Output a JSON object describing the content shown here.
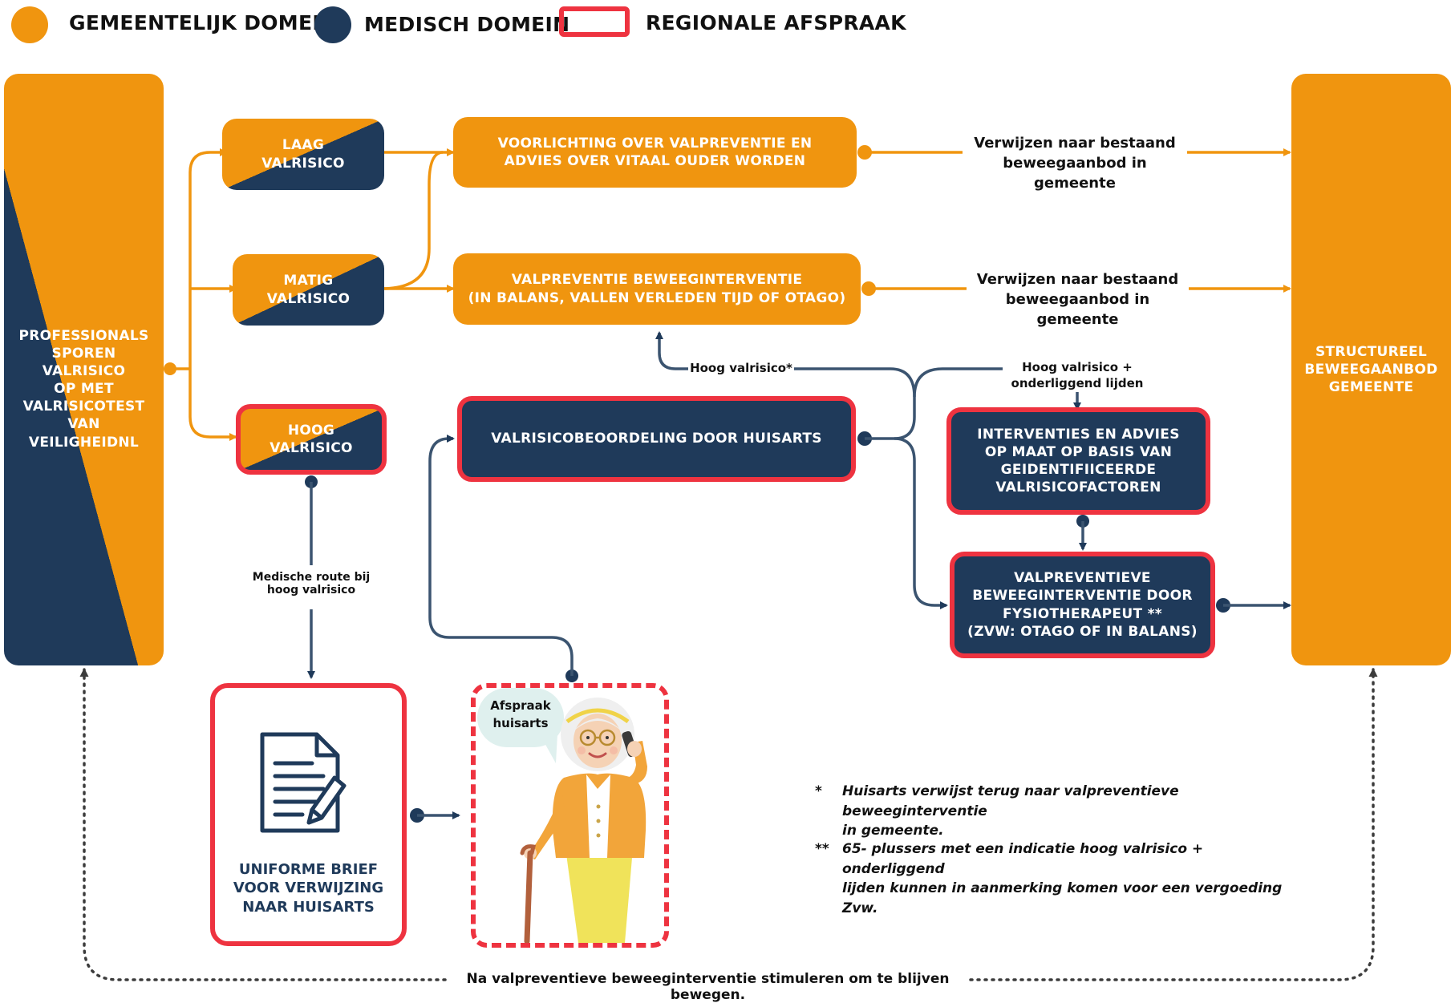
{
  "legend": {
    "municipal": "GEMEENTELIJK DOMEIN",
    "medical": "MEDISCH DOMEIN",
    "regional": "REGIONALE AFSPRAAK"
  },
  "colors": {
    "municipal": "#f0950f",
    "medical": "#1f3a5a",
    "regional": "#ee3340"
  },
  "nodes": {
    "professionals": "PROFESSIONALS\nSPOREN VALRISICO\nOP MET\nVALRISICOTEST VAN\nVEILIGHEIDNL",
    "structural": "STRUCTUREEL\nBEWEEGAANBOD\nGEMEENTE",
    "low_risk": "LAAG\nVALRISICO",
    "moderate_risk": "MATIG\nVALRISICO",
    "high_risk": "HOOG\nVALRISICO",
    "information": "VOORLICHTING OVER VALPREVENTIE EN\nADVIES OVER VITAAL OUDER WORDEN",
    "intervention": "VALPREVENTIE BEWEEGINTERVENTIE\n(IN BALANS, VALLEN VERLEDEN TIJD OF OTAGO)",
    "gp_assessment": "VALRISICOBEOORDELING DOOR HUISARTS",
    "custom_interventions": "INTERVENTIES EN ADVIES\nOP MAAT OP BASIS VAN\nGEIDENTIFIICEERDE\nVALRISICOFACTOREN",
    "physio": "VALPREVENTIEVE\nBEWEEGINTERVENTIE   DOOR\nFYSIOTHERAPEUT **\n(ZVW: OTAGO OF IN BALANS)",
    "letter": "UNIFORME BRIEF\nVOOR VERWIJZING\nNAAR HUISARTS"
  },
  "labels": {
    "refer_1": "Verwijzen naar bestaand\nbeweegaanbod in gemeente",
    "refer_2": "Verwijzen naar bestaand\nbeweegaanbod in gemeente",
    "high_star": "Hoog valrisico*",
    "high_plus": "Hoog valrisico +\nonderliggend lijden",
    "medical_route": "Medische route bij\nhoog valrisico",
    "appointment": "Afspraak\nhuisarts",
    "bottom": "Na valpreventieve beweeginterventie stimuleren om te blijven bewegen."
  },
  "notes": [
    {
      "mark": "*",
      "text": "Huisarts verwijst terug naar valpreventieve beweeginterventie\nin gemeente."
    },
    {
      "mark": "**",
      "text": "65- plussers met een indicatie hoog valrisico + onderliggend\nlijden kunnen in aanmerking komen voor een vergoeding Zvw."
    }
  ],
  "icons": [
    "document-pen-icon",
    "elderly-woman-phone-icon"
  ]
}
